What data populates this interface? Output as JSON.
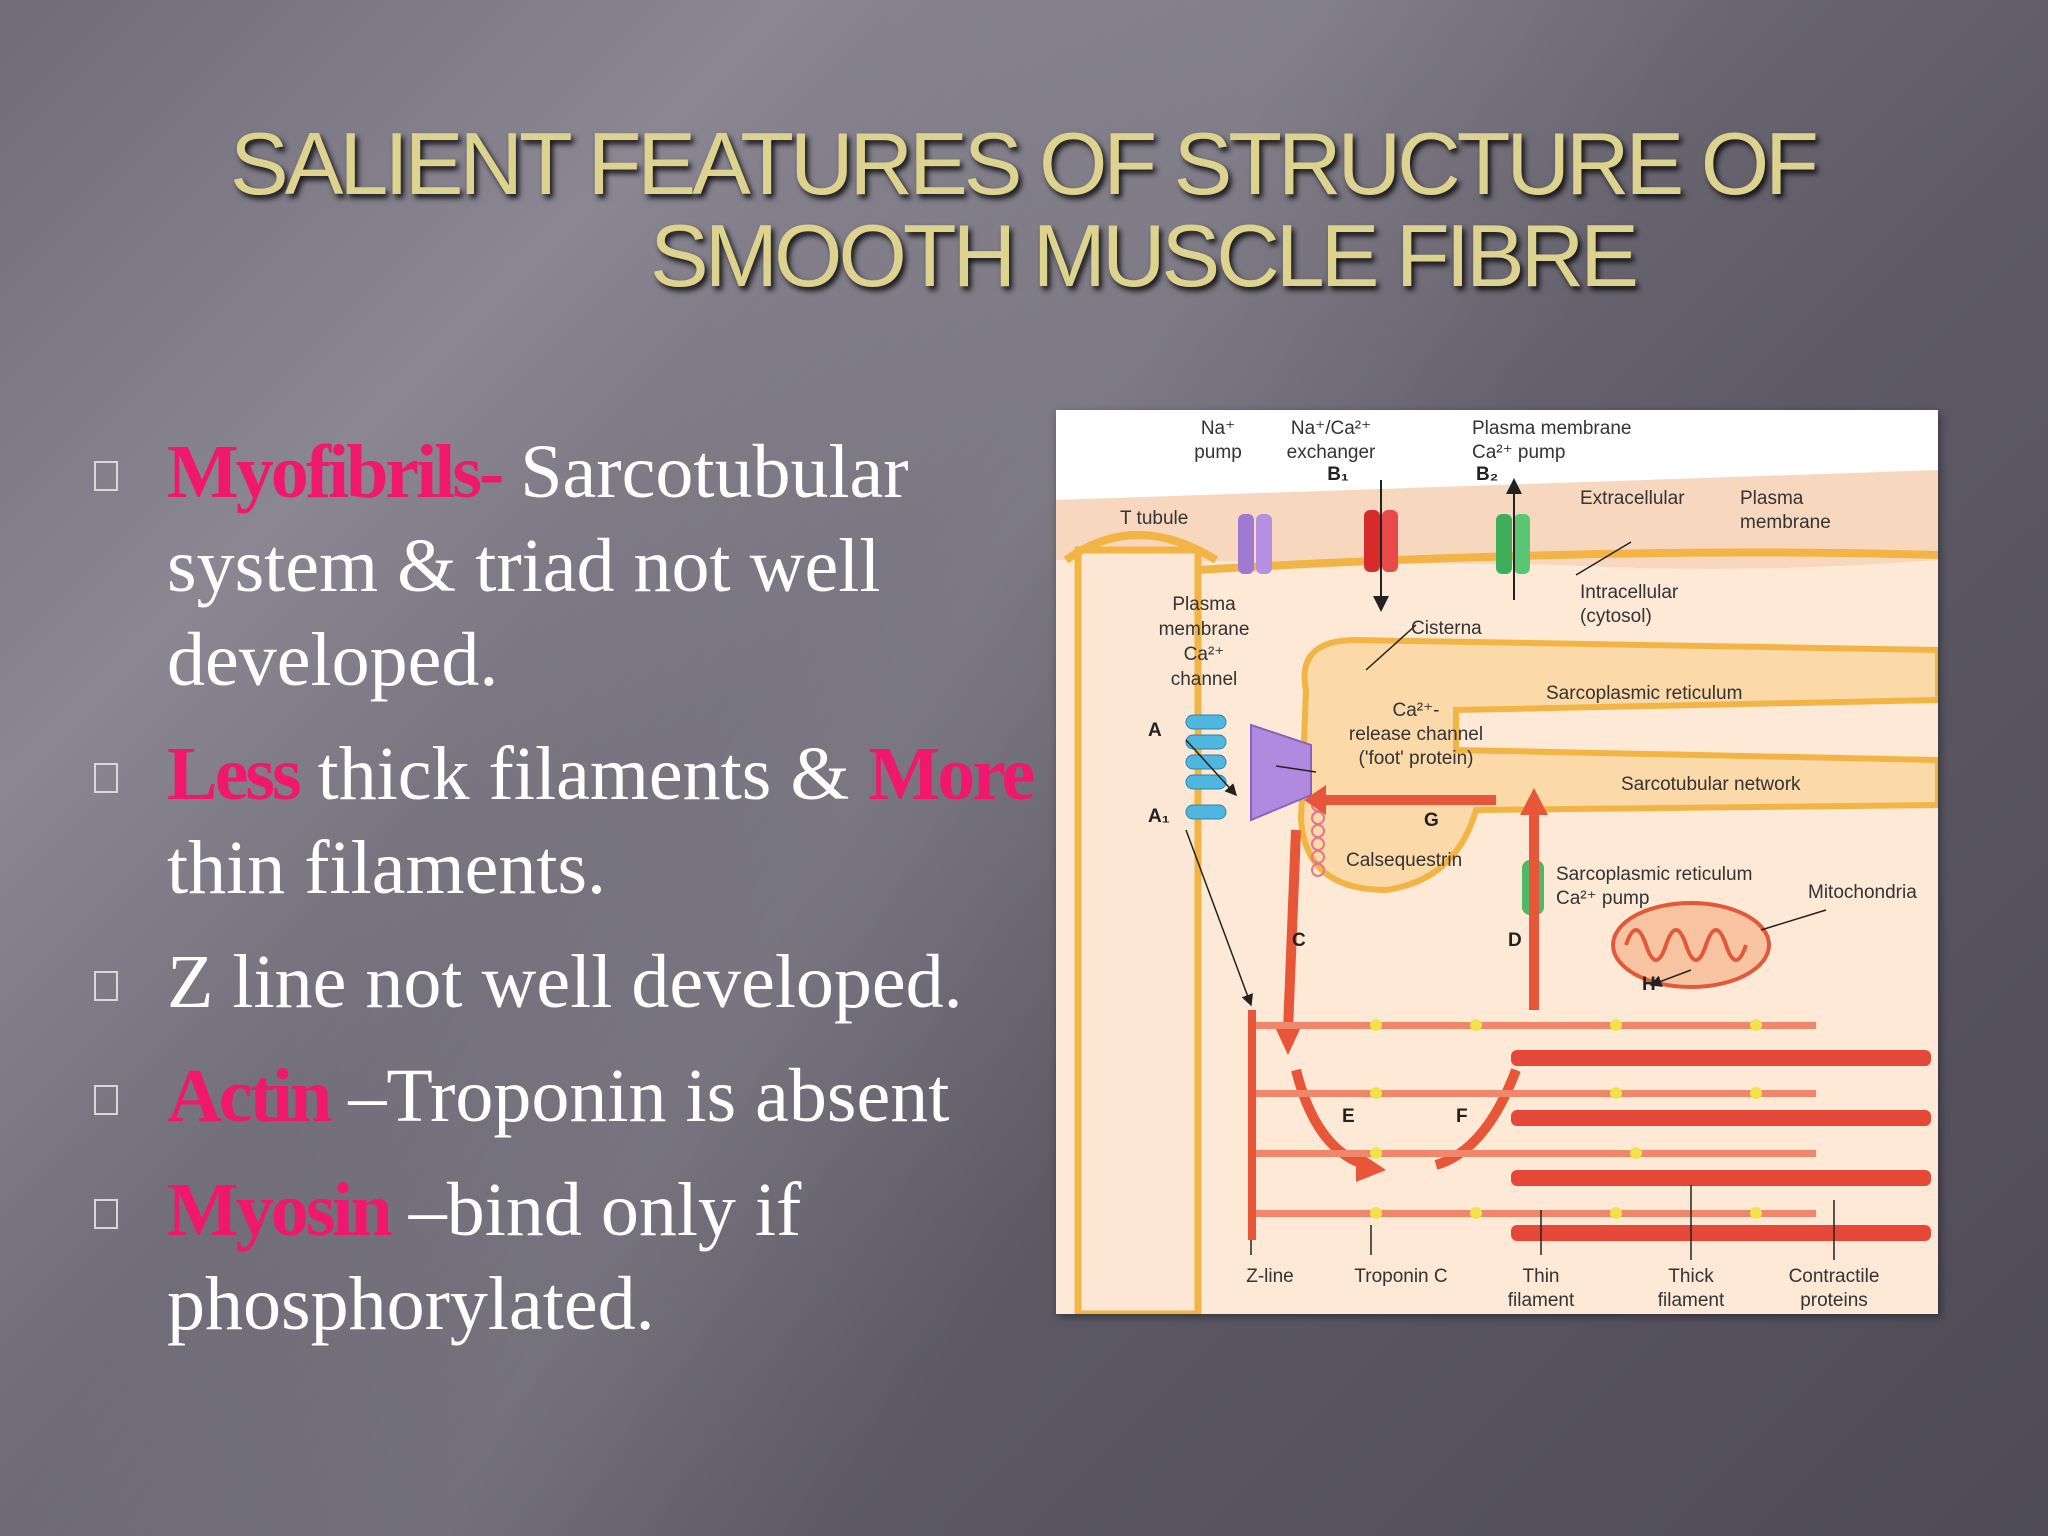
{
  "slide": {
    "title_line1": "SALIENT FEATURES OF STRUCTURE  OF",
    "title_line2": "SMOOTH MUSCLE FIBRE",
    "bullets": [
      {
        "keyword": "Myofibrils-",
        "text": " Sarcotubular system & triad not well developed."
      },
      {
        "keyword": "Less",
        "text": " thick filaments & ",
        "keyword2": "More",
        "text2": " thin filaments."
      },
      {
        "keyword": "",
        "text": "Z line not well developed."
      },
      {
        "keyword": "Actin",
        "text": " –Troponin is absent"
      },
      {
        "keyword": "Myosin",
        "text": " –bind only if phosphorylated."
      }
    ]
  },
  "figure": {
    "labels": {
      "na_pump_1": "Na⁺",
      "na_pump_2": "pump",
      "exch_1": "Na⁺/Ca²⁺",
      "exch_2": "exchanger",
      "exch_3": "B₁",
      "pmca_1": "Plasma membrane",
      "pmca_2": "Ca²⁺ pump",
      "pmca_3": "B₂",
      "t_tubule": "T tubule",
      "extracellular": "Extracellular",
      "plasma_membrane_1": "Plasma",
      "plasma_membrane_2": "membrane",
      "intracellular_1": "Intracellular",
      "intracellular_2": "(cytosol)",
      "pm_channel_1": "Plasma",
      "pm_channel_2": "membrane",
      "pm_channel_3": "Ca²⁺",
      "pm_channel_4": "channel",
      "cisterna": "Cisterna",
      "sr": "Sarcoplasmic reticulum",
      "release_1": "Ca²⁺-",
      "release_2": "release channel",
      "release_3": "('foot' protein)",
      "letter_a": "A",
      "letter_a1": "A₁",
      "letter_g": "G",
      "sarcotubular": "Sarcotubular network",
      "calsequestrin": "Calsequestrin",
      "serca_1": "Sarcoplasmic reticulum",
      "serca_2": "Ca²⁺ pump",
      "mitochondria": "Mitochondria",
      "letter_c": "C",
      "letter_d": "D",
      "letter_h": "H",
      "letter_e": "E",
      "letter_f": "F",
      "z_line": "Z-line",
      "troponin_c": "Troponin C",
      "thin_1": "Thin",
      "thin_2": "filament",
      "thick_1": "Thick",
      "thick_2": "filament",
      "contractile_1": "Contractile",
      "contractile_2": "proteins"
    }
  }
}
